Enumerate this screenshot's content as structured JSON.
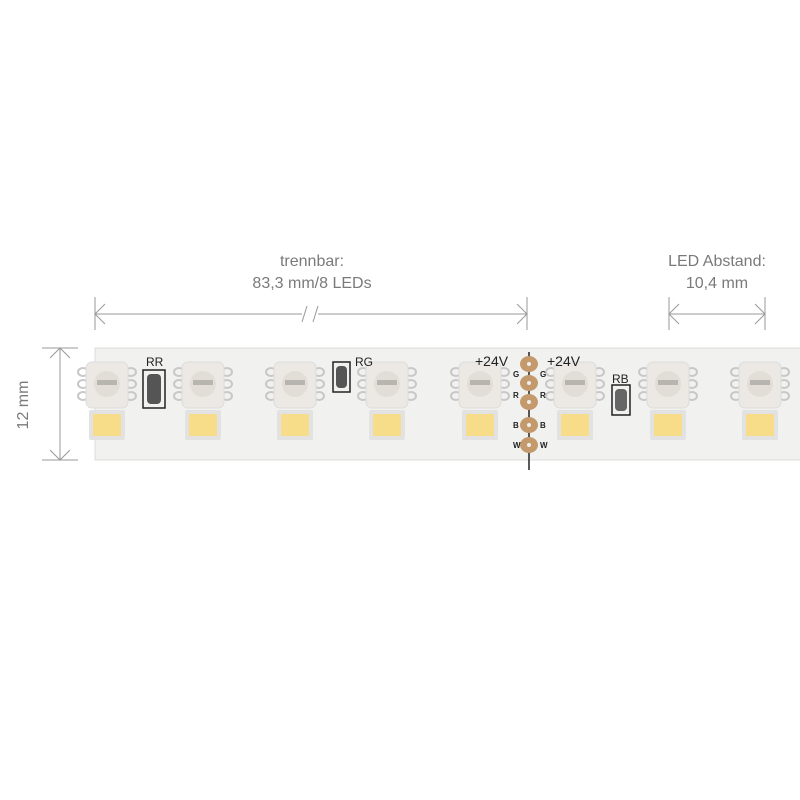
{
  "dimensions": {
    "cut_label": "trennbar:",
    "cut_value": "83,3 mm/8 LEDs",
    "spacing_label": "LED Abstand:",
    "spacing_value": "10,4 mm",
    "width_value": "12 mm"
  },
  "pcb_labels": {
    "resistor_1": "RR",
    "resistor_2": "RG",
    "resistor_3": "RB",
    "voltage_left": "+24V",
    "voltage_right": "+24V",
    "pads": [
      "G",
      "R",
      "B",
      "W"
    ]
  },
  "colors": {
    "strip": "#f1f1f0",
    "rgb_led": "#ece8e4",
    "white_led": "#f7dd8a",
    "pad": "#c49a6c",
    "dimension_line": "#9a9a9a"
  }
}
